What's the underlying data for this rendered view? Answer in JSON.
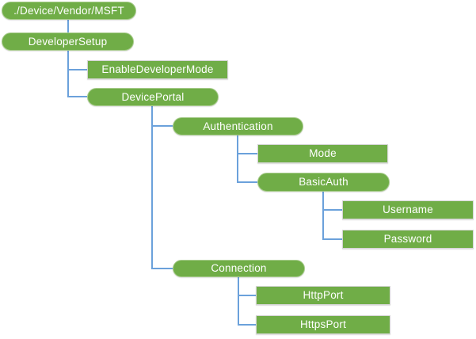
{
  "diagram": {
    "type": "tree",
    "colors": {
      "node_fill": "#70AD47",
      "pill_border": "#A8CC8D",
      "rect_border": "#D6D6D6",
      "connector": "#6BA1DB",
      "text": "#FFFFFF",
      "background": "#FFFFFF"
    },
    "nodes": [
      {
        "id": "root",
        "label": "./Device/Vendor/MSFT",
        "shape": "pill",
        "parent": null
      },
      {
        "id": "developer-setup",
        "label": "DeveloperSetup",
        "shape": "pill",
        "parent": "root"
      },
      {
        "id": "enable-developer-mode",
        "label": "EnableDeveloperMode",
        "shape": "rect",
        "parent": "developer-setup"
      },
      {
        "id": "device-portal",
        "label": "DevicePortal",
        "shape": "pill",
        "parent": "developer-setup"
      },
      {
        "id": "authentication",
        "label": "Authentication",
        "shape": "pill",
        "parent": "device-portal"
      },
      {
        "id": "mode",
        "label": "Mode",
        "shape": "rect",
        "parent": "authentication"
      },
      {
        "id": "basic-auth",
        "label": "BasicAuth",
        "shape": "pill",
        "parent": "authentication"
      },
      {
        "id": "username",
        "label": "Username",
        "shape": "rect",
        "parent": "basic-auth"
      },
      {
        "id": "password",
        "label": "Password",
        "shape": "rect",
        "parent": "basic-auth"
      },
      {
        "id": "connection",
        "label": "Connection",
        "shape": "pill",
        "parent": "device-portal"
      },
      {
        "id": "http-port",
        "label": "HttpPort",
        "shape": "rect",
        "parent": "connection"
      },
      {
        "id": "https-port",
        "label": "HttpsPort",
        "shape": "rect",
        "parent": "connection"
      }
    ]
  }
}
